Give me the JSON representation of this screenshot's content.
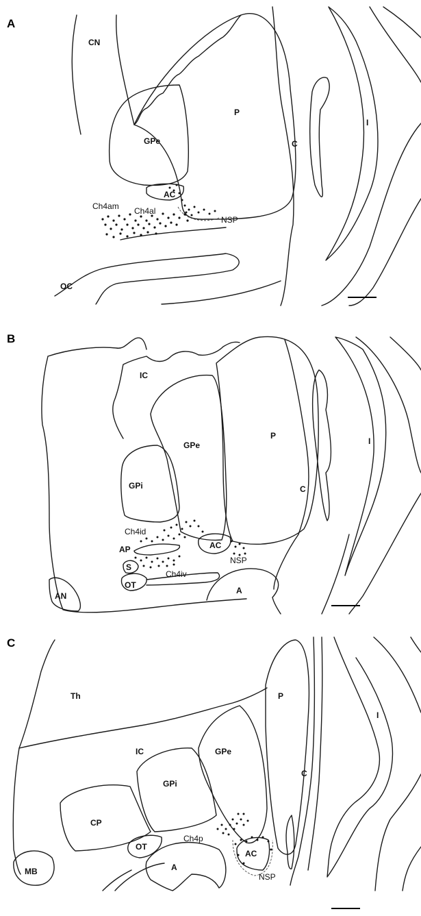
{
  "panels": [
    {
      "letter": "A",
      "labels": {
        "cn": "CN",
        "p": "P",
        "gpe": "GPe",
        "c": "C",
        "i": "I",
        "ac": "AC",
        "ch4am": "Ch4am",
        "ch4al": "Ch4al",
        "nsp": "NSP",
        "oc": "OC"
      }
    },
    {
      "letter": "B",
      "labels": {
        "ic": "IC",
        "p": "P",
        "gpe": "GPe",
        "gpi": "GPi",
        "c": "C",
        "i": "I",
        "ch4id": "Ch4id",
        "ap": "AP",
        "ac": "AC",
        "nsp": "NSP",
        "ch4iv": "Ch4iv",
        "s": "S",
        "ot": "OT",
        "an": "AN",
        "a": "A"
      }
    },
    {
      "letter": "C",
      "labels": {
        "th": "Th",
        "p": "P",
        "i": "I",
        "ic": "IC",
        "gpe": "GPe",
        "gpi": "GPi",
        "c": "C",
        "cp": "CP",
        "ch4p": "Ch4p",
        "ot": "OT",
        "mb": "MB",
        "a": "A",
        "ac": "AC",
        "nsp": "NSP"
      }
    }
  ]
}
